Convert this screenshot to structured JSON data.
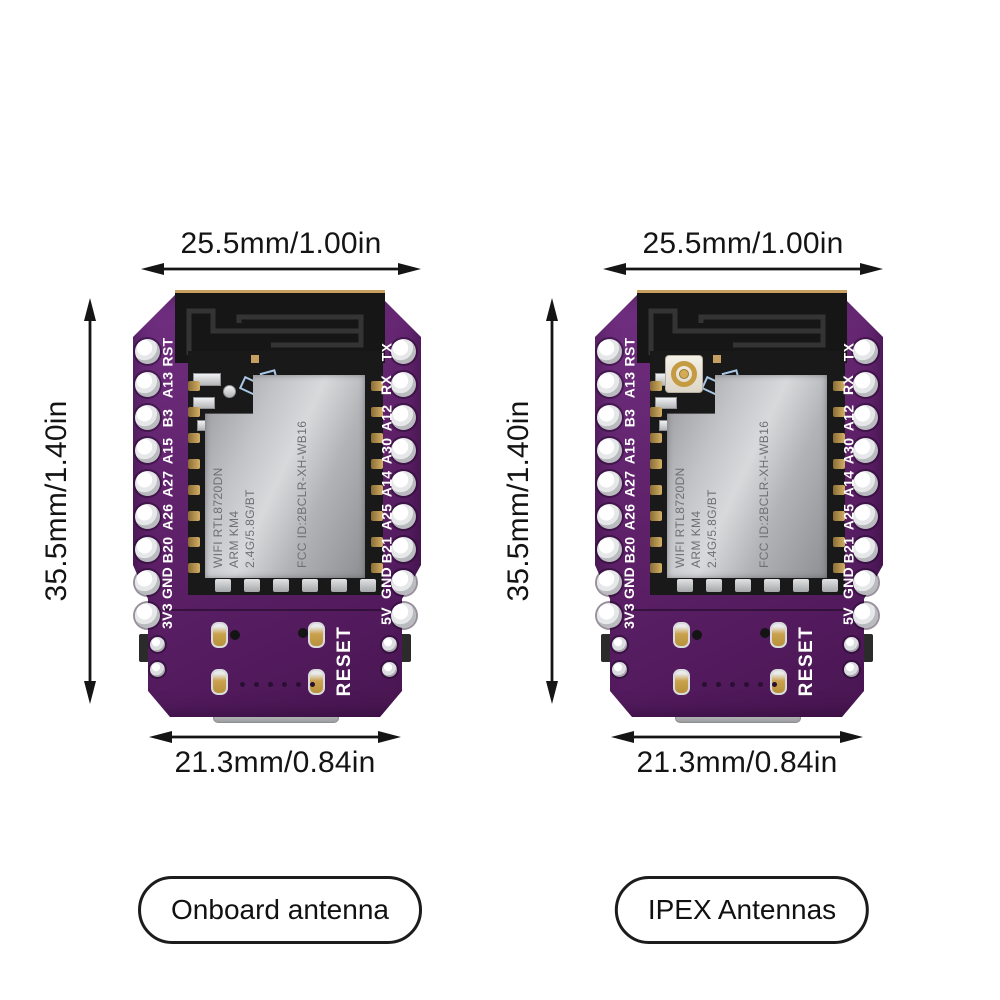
{
  "page": {
    "background": "#ffffff"
  },
  "colors": {
    "annotation": "#161616",
    "pcb_purple": "#5f2169",
    "module_black": "#161616",
    "shield_silver": "#bdbec1",
    "pad_gold": "#c99e4f",
    "silkscreen_blue": "#a9c8e6",
    "pin_label_white": "#ffffff"
  },
  "boards": [
    {
      "caption": "Onboard antenna",
      "antenna_type": "onboard",
      "top_dimension": "25.5mm/1.00in",
      "side_dimension": "35.5mm/1.40in",
      "bottom_dimension": "21.3mm/0.84in",
      "left_pins": [
        "RST",
        "A13",
        "B3",
        "A15",
        "A27",
        "A26",
        "B20",
        "GND",
        "3V3"
      ],
      "right_pins": [
        "TX",
        "RX",
        "A12",
        "A30",
        "A14",
        "A25",
        "B21",
        "GND",
        "5V"
      ],
      "shield_lines": [
        "WIFI RTL8720DN",
        "ARM KM4",
        "2.4G/5.8G/BT"
      ],
      "shield_fcc": "FCC ID:2BCLR-XH-WB16",
      "reset_label": "RESET"
    },
    {
      "caption": "IPEX Antennas",
      "antenna_type": "ipex",
      "top_dimension": "25.5mm/1.00in",
      "side_dimension": "35.5mm/1.40in",
      "bottom_dimension": "21.3mm/0.84in",
      "left_pins": [
        "RST",
        "A13",
        "B3",
        "A15",
        "A27",
        "A26",
        "B20",
        "GND",
        "3V3"
      ],
      "right_pins": [
        "TX",
        "RX",
        "A12",
        "A30",
        "A14",
        "A25",
        "B21",
        "GND",
        "5V"
      ],
      "shield_lines": [
        "WIFI RTL8720DN",
        "ARM KM4",
        "2.4G/5.8G/BT"
      ],
      "shield_fcc": "FCC ID:2BCLR-XH-WB16",
      "reset_label": "RESET"
    }
  ]
}
